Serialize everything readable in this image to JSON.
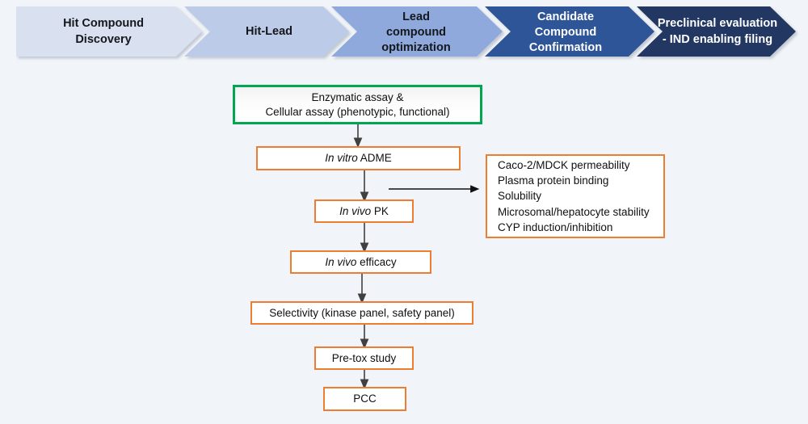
{
  "banner": {
    "stages": [
      {
        "label_lines": [
          "Hit Compound",
          "Discovery"
        ],
        "color": "#d9e0f0",
        "text_color": "#14171c"
      },
      {
        "label_lines": [
          "Hit-Lead"
        ],
        "color": "#bccbe8",
        "text_color": "#14171c"
      },
      {
        "label_lines": [
          "Lead",
          "compound",
          "optimization"
        ],
        "color": "#8fa9dc",
        "text_color": "#14171c"
      },
      {
        "label_lines": [
          "Candidate",
          "Compound",
          "Confirmation"
        ],
        "color": "#2f5597",
        "text_color": "#ffffff"
      },
      {
        "label_lines": [
          "Preclinical evaluation",
          "- IND enabling filing"
        ],
        "color": "#203864",
        "text_color": "#ffffff"
      }
    ]
  },
  "flow": {
    "nodes": [
      {
        "id": "assay",
        "lines": [
          "Enzymatic assay &",
          "Cellular assay (phenotypic, functional)"
        ],
        "border_color": "#00A650",
        "style": "green"
      },
      {
        "id": "in-vitro-adme",
        "lines": [
          "In vitro ADME"
        ],
        "italic_prefix": "In vitro",
        "rest": " ADME",
        "border_color": "#ED7D31",
        "style": "orange"
      },
      {
        "id": "in-vivo-pk",
        "lines": [
          "In vivo PK"
        ],
        "italic_prefix": "In vivo",
        "rest": " PK",
        "border_color": "#ED7D31",
        "style": "orange"
      },
      {
        "id": "in-vivo-efficacy",
        "lines": [
          "In vivo efficacy"
        ],
        "italic_prefix": "In vivo",
        "rest": " efficacy",
        "border_color": "#ED7D31",
        "style": "orange"
      },
      {
        "id": "selectivity",
        "lines": [
          "Selectivity (kinase panel, safety panel)"
        ],
        "border_color": "#ED7D31",
        "style": "orange"
      },
      {
        "id": "pre-tox",
        "lines": [
          "Pre-tox study"
        ],
        "border_color": "#ED7D31",
        "style": "orange"
      },
      {
        "id": "pcc",
        "lines": [
          "PCC"
        ],
        "border_color": "#ED7D31",
        "style": "orange"
      }
    ],
    "adme_details": {
      "border_color": "#ED7D31",
      "items": [
        "Caco-2/MDCK permeability",
        "Plasma protein binding",
        "Solubility",
        "Microsomal/hepatocyte stability",
        "CYP induction/inhibition"
      ]
    }
  },
  "colors": {
    "background": "#f1f4f8",
    "arrow": "#404040",
    "arrow_horizontal": "#000000"
  }
}
